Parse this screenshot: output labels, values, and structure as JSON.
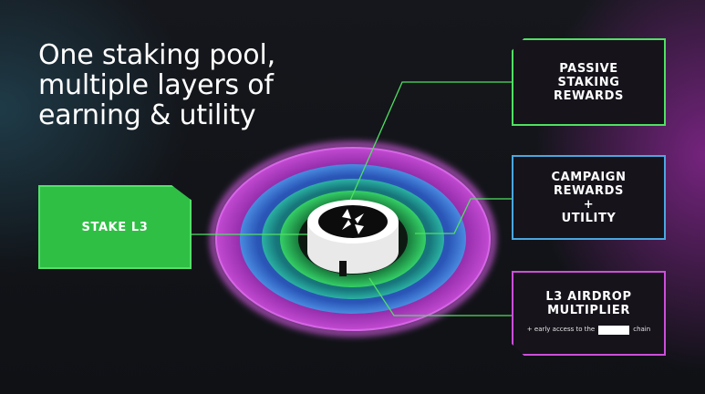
{
  "headline": [
    "One staking pool,",
    "multiple layers of",
    "earning & utility"
  ],
  "stake_card": {
    "label": "STAKE L3"
  },
  "cards": {
    "passive": [
      "PASSIVE",
      "STAKING",
      "REWARDS"
    ],
    "campaign": [
      "CAMPAIGN",
      "REWARDS",
      "+",
      "UTILITY"
    ],
    "airdrop": {
      "lines": [
        "L3 AIRDROP",
        "MULTIPLIER"
      ],
      "sub_before": "+ early access to the",
      "sub_after": "chain"
    }
  },
  "colors": {
    "green": "#2fbf45",
    "green_line": "#4fe062",
    "blue": "#4aa7e0",
    "purple": "#cc4fd9",
    "ring_outer": "#b63ac9",
    "ring_blue": "#2c63c8",
    "ring_teal": "#1b8a8a",
    "ring_green": "#22a852"
  },
  "icons": {
    "logo": "four-petal-logo-icon"
  }
}
